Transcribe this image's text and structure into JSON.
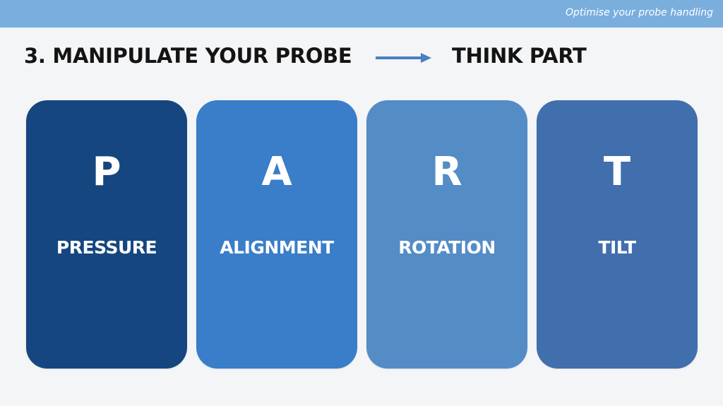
{
  "header": {
    "tagline": "Optimise your probe handling"
  },
  "slide": {
    "title": "3. MANIPULATE YOUR PROBE",
    "arrow_icon": "right-arrow-icon",
    "subtitle": "THINK PART"
  },
  "cards": [
    {
      "letter": "P",
      "word": "PRESSURE",
      "color": "#16467f"
    },
    {
      "letter": "A",
      "word": "ALIGNMENT",
      "color": "#3a7dc8"
    },
    {
      "letter": "R",
      "word": "ROTATION",
      "color": "#548cc6"
    },
    {
      "letter": "T",
      "word": "TILT",
      "color": "#416eac"
    }
  ],
  "colors": {
    "top_bar": "#7aaedd",
    "background": "#f4f5f7",
    "arrow": "#4a7fc1"
  }
}
